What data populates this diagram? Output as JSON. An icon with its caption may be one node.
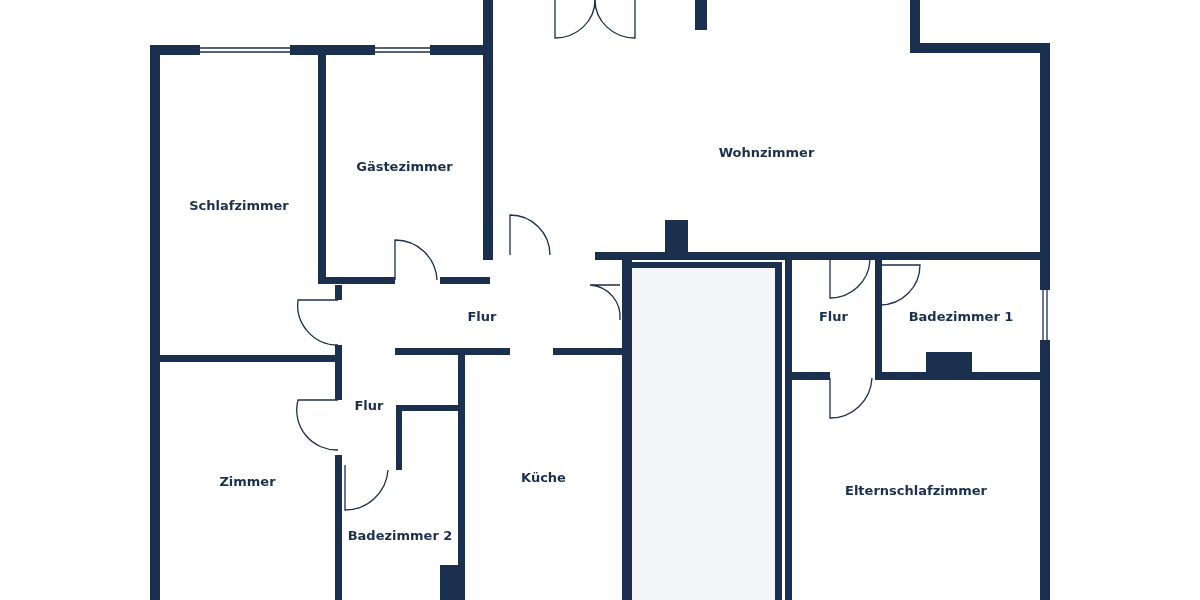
{
  "diagram": {
    "nodes": [
      {
        "text": [
          "Wohnzimmer"
        ]
      },
      {
        "text": [
          "Gästezimmer"
        ]
      },
      {
        "text": [
          "Schlafzimmer"
        ]
      },
      {
        "text": [
          "Flur"
        ]
      },
      {
        "text": [
          "Flur"
        ]
      },
      {
        "text": [
          "Badezimmer 1"
        ]
      },
      {
        "text": [
          "Flur"
        ]
      },
      {
        "text": [
          "Küche"
        ]
      },
      {
        "text": [],
        "shape": "box"
      },
      {
        "text": [
          "Zimmer"
        ]
      },
      {
        "text": [
          "Elternschlafzimmer"
        ]
      },
      {
        "text": [
          "Badezimmer 2"
        ]
      }
    ],
    "edges": []
  }
}
